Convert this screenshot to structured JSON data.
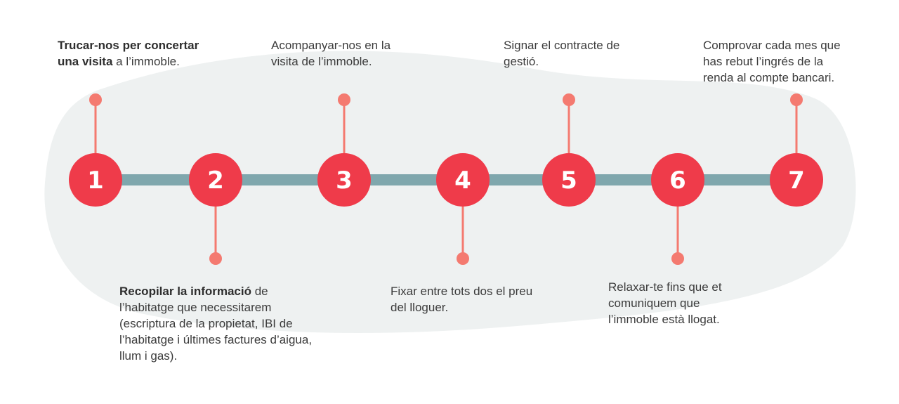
{
  "colors": {
    "background_blob": "#eef1f1",
    "track": "#7fa7ad",
    "node": "#ef3b4a",
    "connector": "#f47a70",
    "text": "#3b3b3b"
  },
  "steps": [
    {
      "number": "1",
      "position": "above",
      "text_bold": "Trucar-nos per concertar una visita",
      "text_rest": " a l’immoble."
    },
    {
      "number": "2",
      "position": "below",
      "text_bold": "Recopilar la informació",
      "text_rest": " de l’habitatge que necessitarem (escriptura de la propietat, IBI de l’habitatge i últimes factures d’aigua, llum i gas)."
    },
    {
      "number": "3",
      "position": "above",
      "text_bold": "",
      "text_rest": "Acompanyar-nos en la visita de l’immoble."
    },
    {
      "number": "4",
      "position": "below",
      "text_bold": "",
      "text_rest": "Fixar entre tots dos el preu del lloguer."
    },
    {
      "number": "5",
      "position": "above",
      "text_bold": "",
      "text_rest": "Signar el contracte de gestió."
    },
    {
      "number": "6",
      "position": "below",
      "text_bold": "",
      "text_rest": "Relaxar-te fins que et comuniquem que l’immoble està llogat."
    },
    {
      "number": "7",
      "position": "above",
      "text_bold": "",
      "text_rest": "Comprovar cada mes que has rebut l’ingrés de la renda al compte bancari."
    }
  ]
}
